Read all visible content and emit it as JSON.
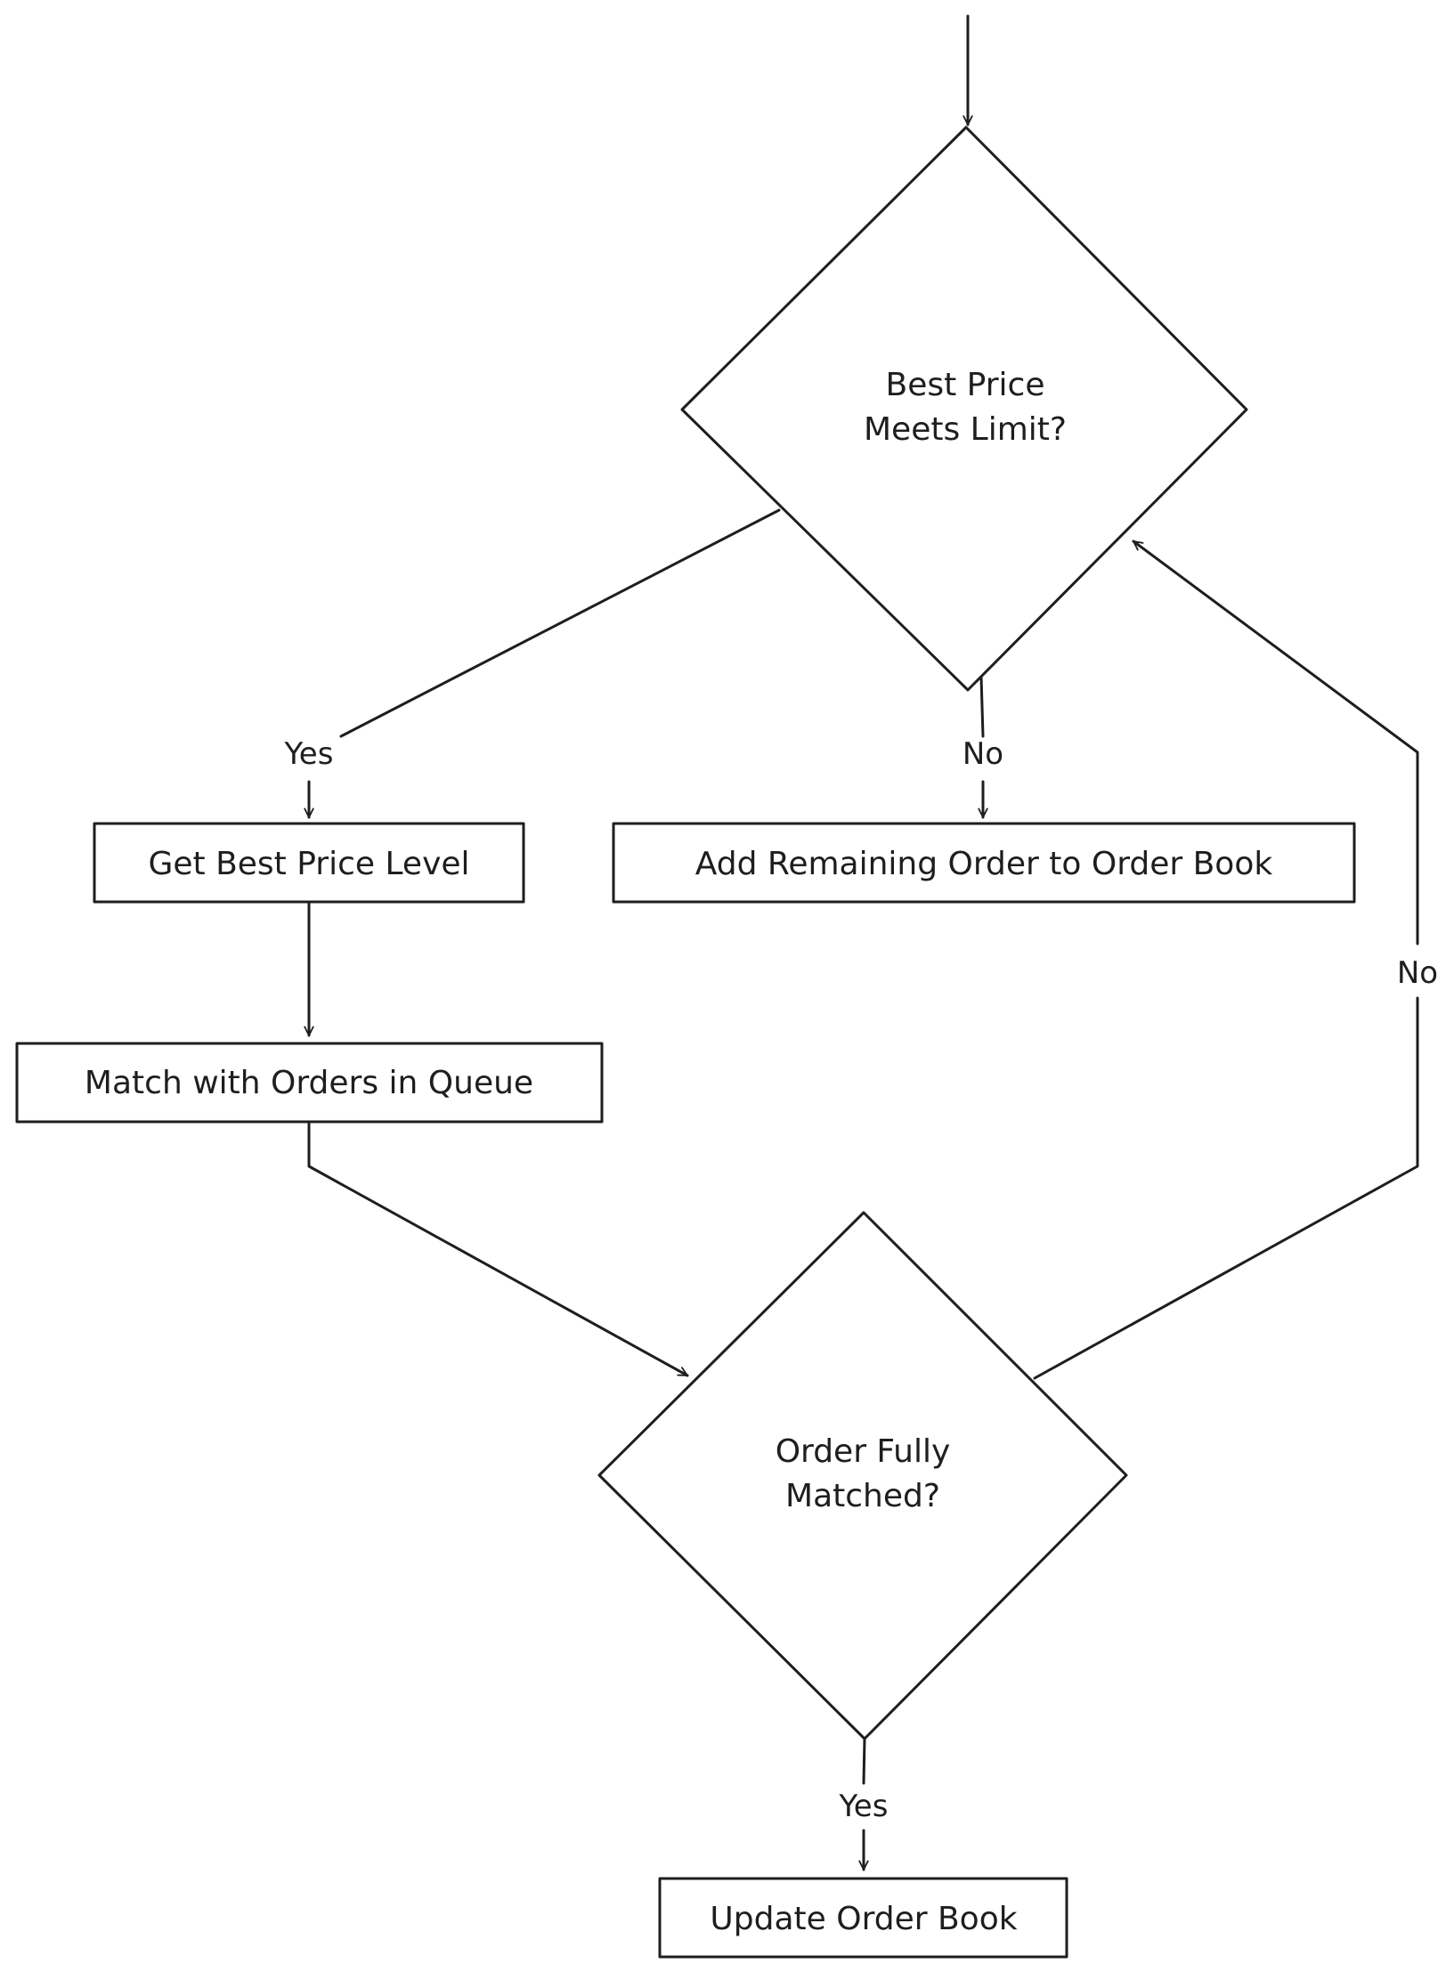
{
  "diagram": {
    "nodes": {
      "decision_price": {
        "lines": [
          "Best Price",
          "Meets Limit?"
        ]
      },
      "get_level": {
        "label": "Get Best Price Level"
      },
      "add_remaining": {
        "label": "Add Remaining Order to Order Book"
      },
      "match_queue": {
        "label": "Match with Orders in Queue"
      },
      "decision_filled": {
        "lines": [
          "Order Fully",
          "Matched?"
        ]
      },
      "update_book": {
        "label": "Update Order Book"
      }
    },
    "edges": {
      "yes_to_level": "Yes",
      "no_to_add": "No",
      "no_loop": "No",
      "yes_to_update": "Yes"
    },
    "colors": {
      "stroke": "#1e1e1e",
      "background": "#ffffff"
    }
  }
}
